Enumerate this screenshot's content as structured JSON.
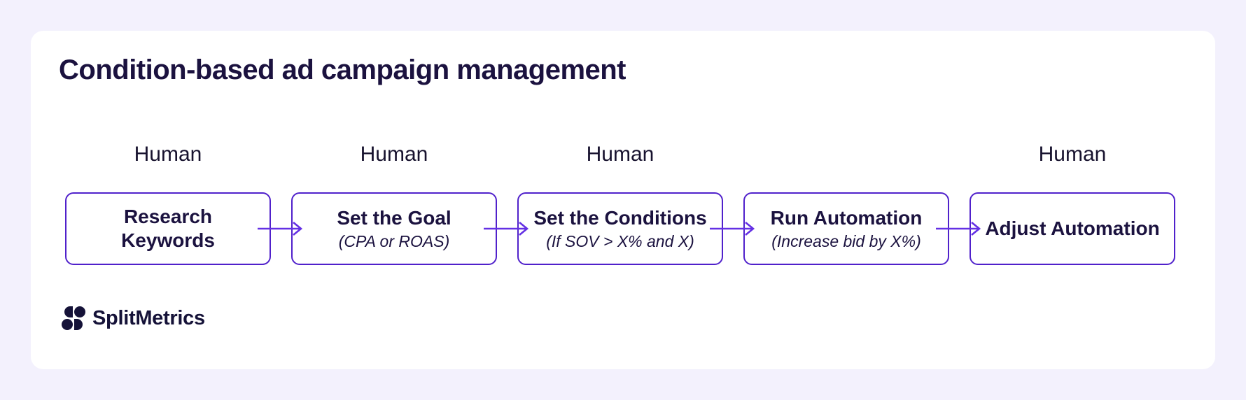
{
  "title": "Condition-based ad campaign management",
  "flow": {
    "steps": [
      {
        "human_label": "Human",
        "title": "Research\nKeywords",
        "subtitle": ""
      },
      {
        "human_label": "Human",
        "title": "Set the Goal",
        "subtitle": "(CPA or ROAS)"
      },
      {
        "human_label": "Human",
        "title": "Set the Conditions",
        "subtitle": "(If SOV > X% and X)"
      },
      {
        "human_label": "",
        "title": "Run Automation",
        "subtitle": "(Increase bid by X%)"
      },
      {
        "human_label": "Human",
        "title": "Adjust Automation",
        "subtitle": ""
      }
    ]
  },
  "logo": {
    "text": "SplitMetrics"
  },
  "icons": {
    "logo_mark": "splitmetrics-logo-icon",
    "connector": "flow-arrow-icon"
  },
  "colors": {
    "page_background": "#F3F1FD",
    "card_background": "#FFFFFF",
    "box_border_purple": "#5021CB",
    "arrow_purple": "#6430E4",
    "text_navy": "#1B123F",
    "logo_navy": "#151238"
  }
}
